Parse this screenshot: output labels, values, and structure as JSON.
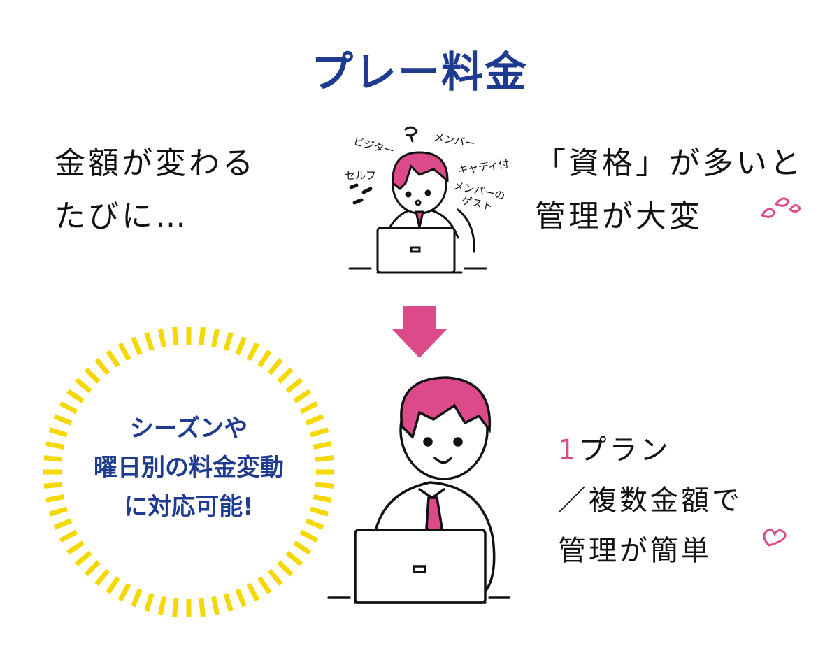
{
  "title": "プレー料金",
  "before": {
    "left_lines": [
      "金額が変わる",
      "たびに…"
    ],
    "right_lines": [
      "「資格」が多いと",
      "管理が大変"
    ],
    "labels": [
      "ビジター",
      "メンバー",
      "セルフ",
      "キャディ付",
      "メンバーの",
      "ゲスト"
    ]
  },
  "burst": {
    "lines": [
      "シーズンや",
      "曜日別の料金変動",
      "に対応可能!"
    ]
  },
  "after": {
    "highlight": "1",
    "line1_rest": "プラン",
    "line2": "／複数金額で",
    "line3": "管理が簡単"
  },
  "colors": {
    "navy": "#1f3b8f",
    "pink": "#dd4a8a",
    "yellow": "#f5d800"
  }
}
